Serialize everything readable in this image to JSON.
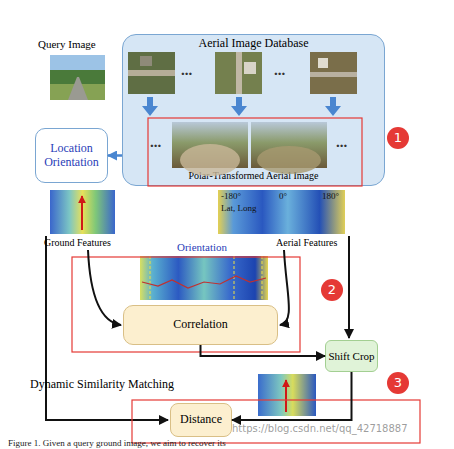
{
  "diagram": {
    "caption": "Figure 1. Given a query ground image, we aim to recover its",
    "nodes": [
      {
        "text": [
          "Aerial Image Database",
          "Polar-Transformed Aerial Image"
        ]
      },
      {
        "text": [
          "Location Orientation"
        ]
      },
      {
        "text": [
          "Correlation"
        ]
      },
      {
        "text": [
          "Shift Crop"
        ]
      },
      {
        "text": [
          "Distance"
        ]
      },
      {
        "text": [
          "1"
        ]
      },
      {
        "text": [
          "2"
        ]
      },
      {
        "text": [
          "3"
        ]
      }
    ],
    "edges": [
      {
        "from": 0,
        "to": 1,
        "arrow": "to"
      },
      {
        "from": 2,
        "to": 3,
        "arrow": "to"
      },
      {
        "from": 3,
        "to": 4,
        "arrow": "to"
      }
    ],
    "labels": [
      "Query Image",
      "...",
      "...",
      "...",
      "...",
      "Ground Features",
      "-180°",
      "0°",
      "180°",
      "Lat, Long",
      "Aerial Features",
      "Orientation",
      "Dynamic Similarity Matching",
      "https://blog.csdn.net/qq_42718887"
    ]
  }
}
